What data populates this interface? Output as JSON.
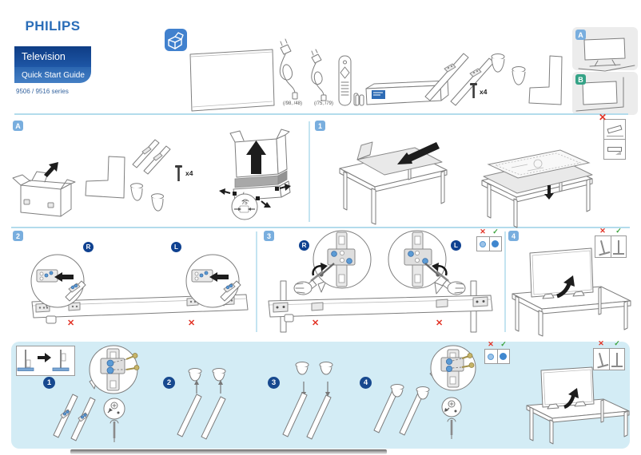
{
  "header": {
    "brand": "PHILIPS",
    "product": "Television",
    "guide_title": "Quick Start Guide",
    "series": "9506 / 9516 series"
  },
  "unpack": {
    "cable_label_1": "(/98, /48)",
    "cable_label_2": "(/75, /79)",
    "screw_count": "x4"
  },
  "mount_options": {
    "table": "A",
    "wall": "B"
  },
  "section_labels": {
    "a": "A",
    "step1": "1",
    "step2": "2",
    "step3": "3",
    "step4": "4"
  },
  "section_a": {
    "screw_count": "x4",
    "clip_size": "75"
  },
  "sides": {
    "right": "R",
    "left": "L"
  },
  "marks": {
    "wrong": "✕",
    "correct": "✓"
  },
  "stand_adjust_steps": {
    "s1": "1",
    "s2": "2",
    "s3": "3",
    "s4": "4"
  },
  "icons": {
    "unbox_icon": "open-box"
  },
  "colors": {
    "philips_blue": "#2a6db8",
    "band_dark_blue": "#0e3d85",
    "band_blue": "#2b66b0",
    "badge_blue": "#79aede",
    "dot_navy": "#17498f",
    "option_b_green": "#35a387",
    "wrong_red": "#e23326",
    "correct_green": "#3aa23a",
    "screw_hole_blue": "#5b9bd5",
    "bottom_band_bg": "#d3ecf5"
  }
}
